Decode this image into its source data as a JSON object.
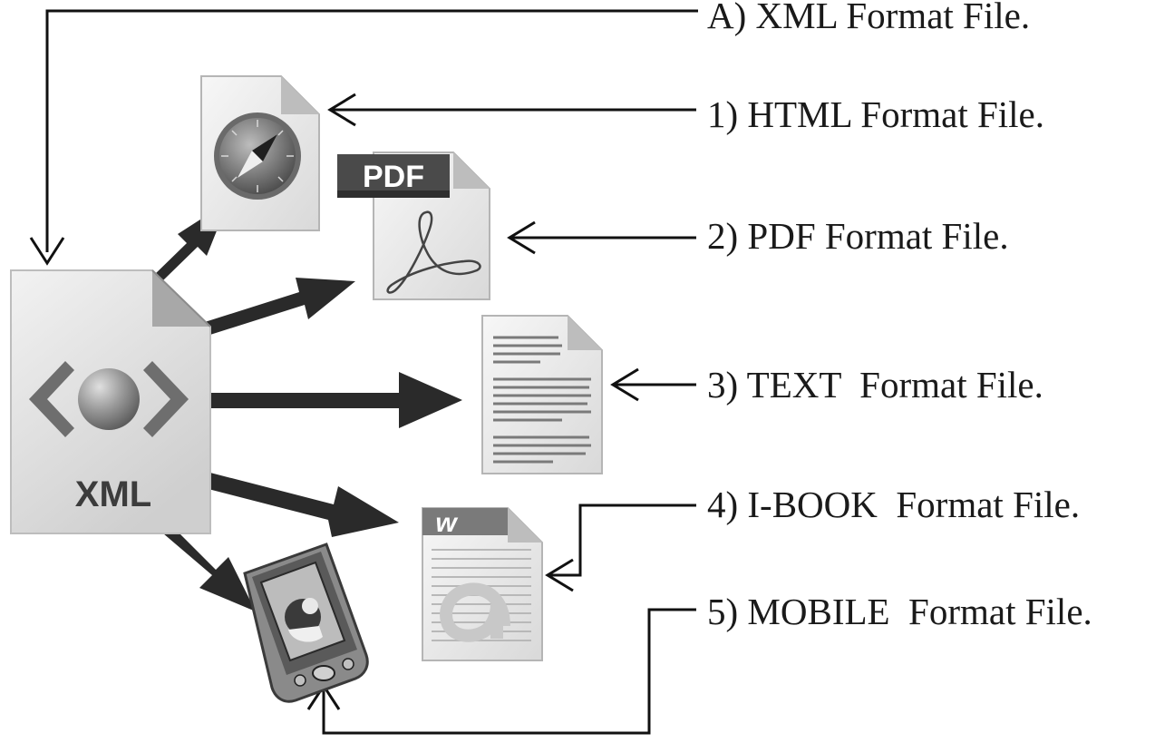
{
  "labels": {
    "xml": "A) XML Format File.",
    "html": "1) HTML Format File.",
    "pdf": "2) PDF Format File.",
    "text": "3) TEXT  Format File.",
    "ibook": "4) I-BOOK  Format File.",
    "mobile": "5) MOBILE  Format File."
  },
  "icons": {
    "xml_caption": "XML",
    "pdf_badge": "PDF",
    "ibook_badge": "w"
  }
}
